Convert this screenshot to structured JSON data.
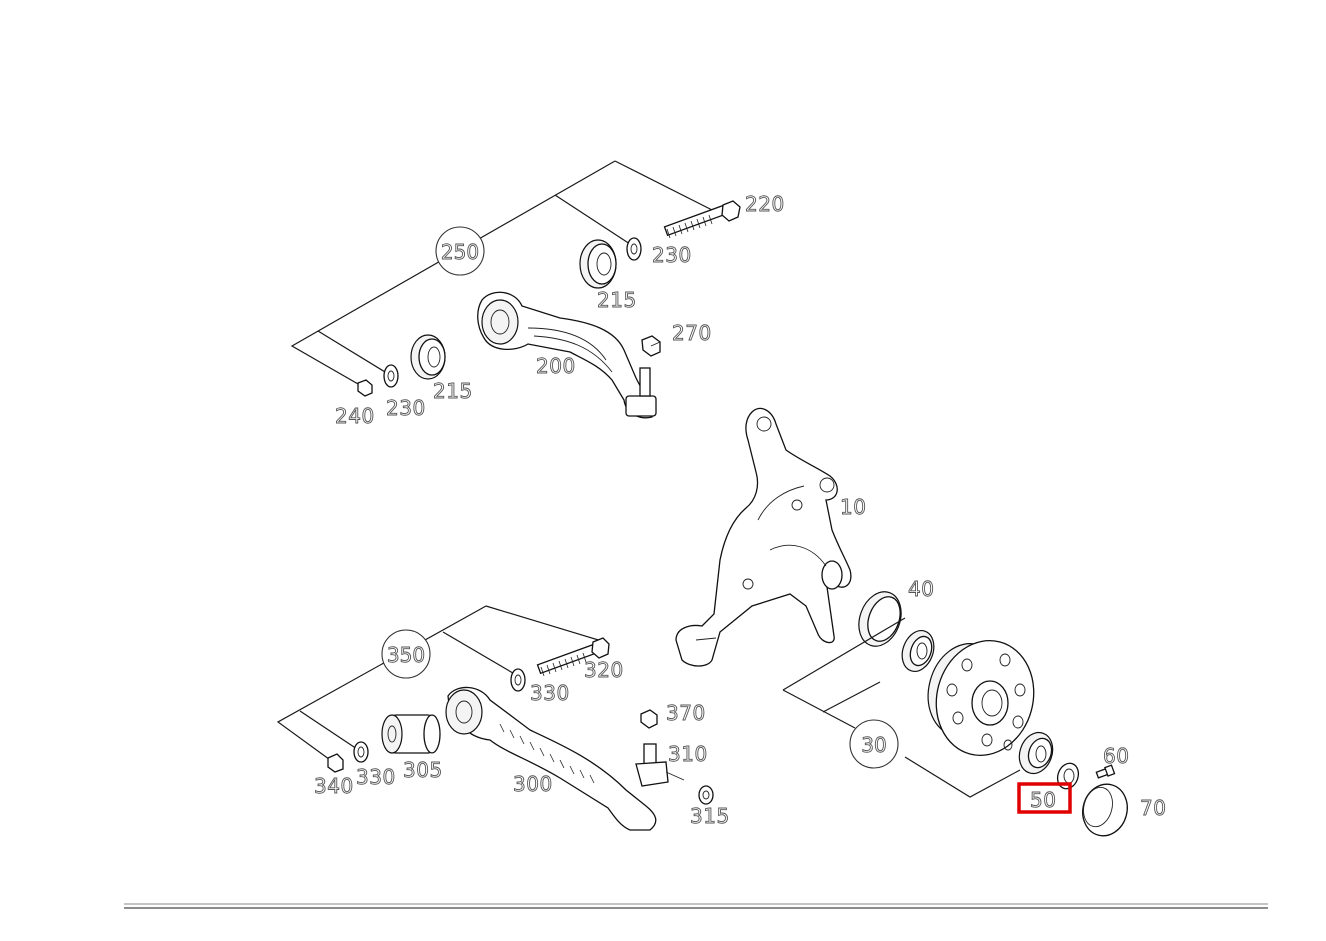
{
  "diagram": {
    "assembly_callouts": {
      "upper_arm_group": "250",
      "lower_arm_group": "350",
      "hub_group": "30"
    },
    "labels": {
      "p220": "220",
      "p230a": "230",
      "p215a": "215",
      "p270": "270",
      "p200": "200",
      "p240": "240",
      "p230b": "230",
      "p215b": "215",
      "p10": "10",
      "p40": "40",
      "p320": "320",
      "p330a": "330",
      "p370": "370",
      "p310": "310",
      "p340": "340",
      "p330b": "330",
      "p305": "305",
      "p300": "300",
      "p315": "315",
      "p60": "60",
      "p50": "50",
      "p70": "70"
    },
    "highlighted_part": "50",
    "colors": {
      "highlight": "#e00000",
      "line_art": "#111111",
      "background": "#ffffff"
    }
  }
}
